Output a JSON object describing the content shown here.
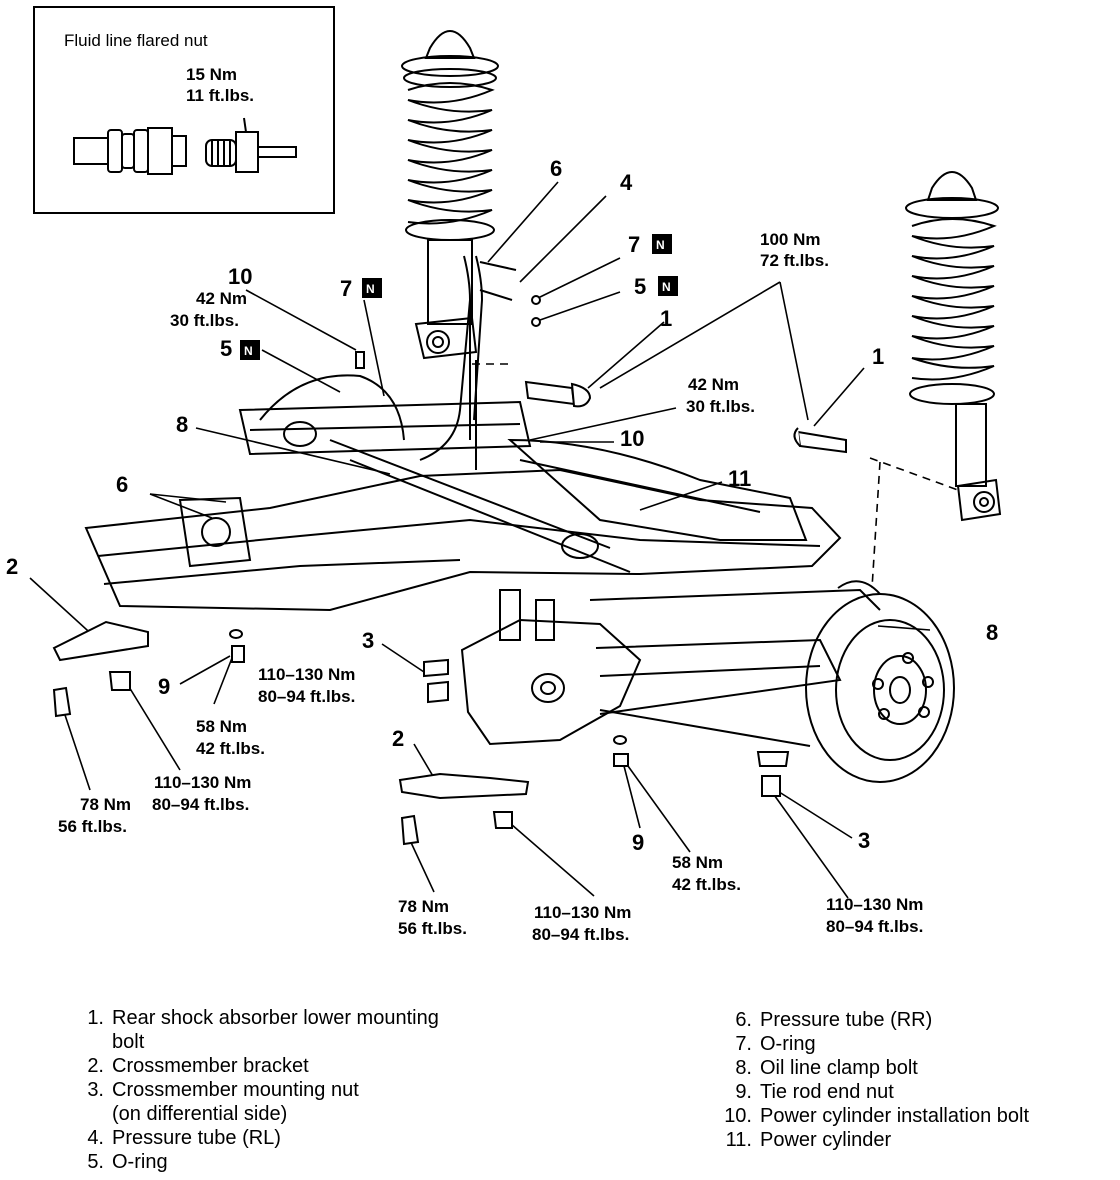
{
  "inset": {
    "title": "Fluid line flared nut",
    "torque_nm": "15 Nm",
    "torque_ftlbs": "11 ft.lbs."
  },
  "callouts": {
    "c6_top": "6",
    "c4_top": "4",
    "c7_top": "7",
    "c5_top": "5",
    "c1_mid": "1",
    "c10_top": "10",
    "c7_left": "7",
    "c5_left": "5",
    "c8_left": "8",
    "c6_left": "6",
    "c10_mid": "10",
    "c11": "11",
    "c1_right": "1",
    "c2_left": "2",
    "c3_mid": "3",
    "c9_left": "9",
    "c8_right": "8",
    "c2_bottom": "2",
    "c9_bottom": "9",
    "c3_right": "3",
    "n_badge": "N"
  },
  "torques": {
    "t100_nm": "100 Nm",
    "t100_ft": "72 ft.lbs.",
    "t42a_nm": "42 Nm",
    "t42a_ft": "30 ft.lbs.",
    "t42b_nm": "42 Nm",
    "t42b_ft": "30 ft.lbs.",
    "t110a_nm": "110–130 Nm",
    "t110a_ft": "80–94 ft.lbs.",
    "t58a_nm": "58 Nm",
    "t58a_ft": "42 ft.lbs.",
    "t110b_nm": "110–130 Nm",
    "t110b_ft": "80–94 ft.lbs.",
    "t78a_nm": "78 Nm",
    "t78a_ft": "56 ft.lbs.",
    "t78b_nm": "78 Nm",
    "t78b_ft": "56 ft.lbs.",
    "t110c_nm": "110–130 Nm",
    "t110c_ft": "80–94 ft.lbs.",
    "t58b_nm": "58 Nm",
    "t58b_ft": "42 ft.lbs.",
    "t110d_nm": "110–130 Nm",
    "t110d_ft": "80–94 ft.lbs."
  },
  "legend_left": [
    {
      "n": "1.",
      "t": "Rear shock absorber lower mounting"
    },
    {
      "n": "",
      "t": "bolt"
    },
    {
      "n": "2.",
      "t": "Crossmember bracket"
    },
    {
      "n": "3.",
      "t": "Crossmember mounting nut"
    },
    {
      "n": "",
      "t": "(on differential side)"
    },
    {
      "n": "4.",
      "t": "Pressure tube (RL)"
    },
    {
      "n": "5.",
      "t": "O-ring"
    }
  ],
  "legend_right": [
    {
      "n": "6.",
      "t": "Pressure tube (RR)"
    },
    {
      "n": "7.",
      "t": "O-ring"
    },
    {
      "n": "8.",
      "t": "Oil line clamp bolt"
    },
    {
      "n": "9.",
      "t": "Tie rod end nut"
    },
    {
      "n": "10.",
      "t": "Power cylinder installation bolt"
    },
    {
      "n": "11.",
      "t": "Power cylinder"
    }
  ]
}
